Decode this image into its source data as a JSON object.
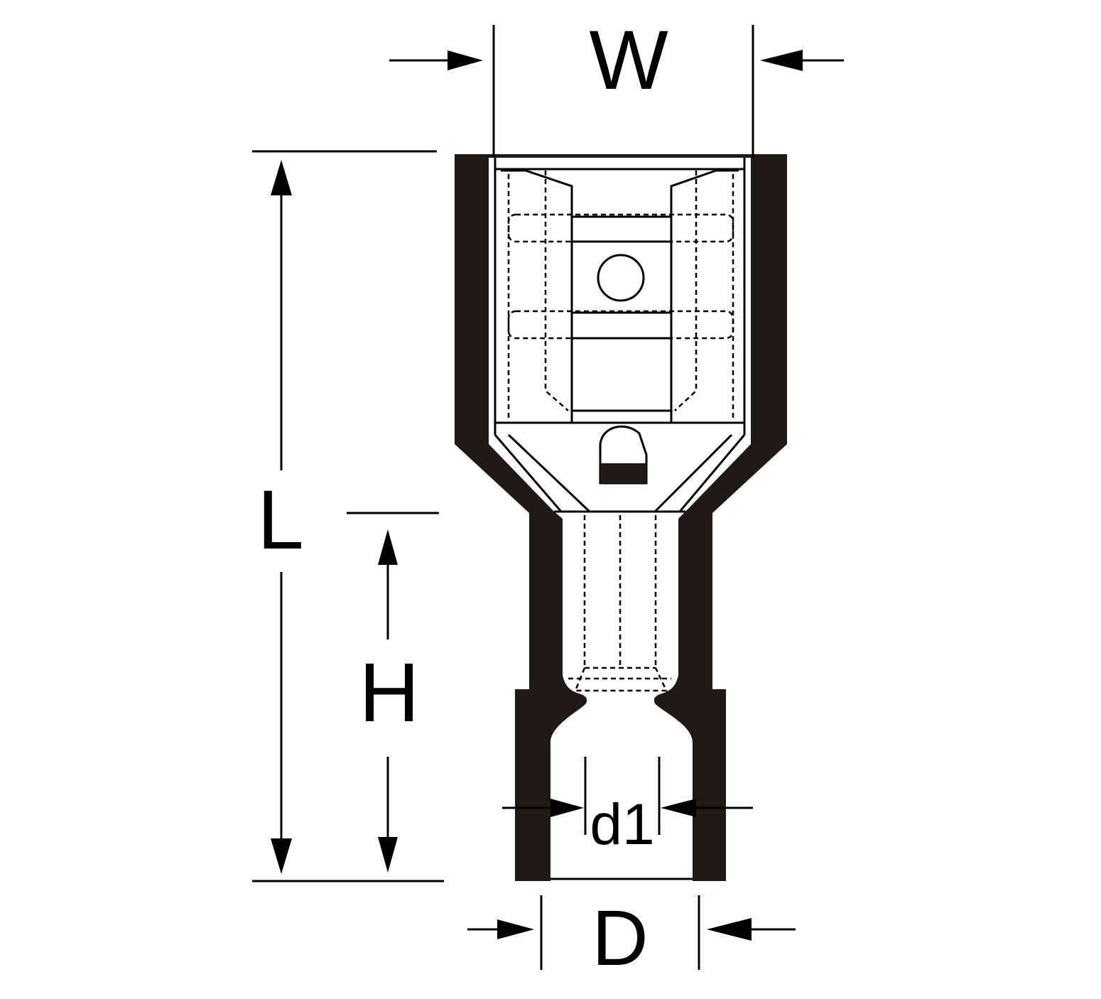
{
  "diagram": {
    "labels": {
      "width": "W",
      "length": "L",
      "height": "H",
      "outer_diameter": "D",
      "inner_diameter": "d1"
    },
    "colors": {
      "body": "#1f1a17",
      "line": "#000000",
      "background": "#ffffff"
    }
  }
}
